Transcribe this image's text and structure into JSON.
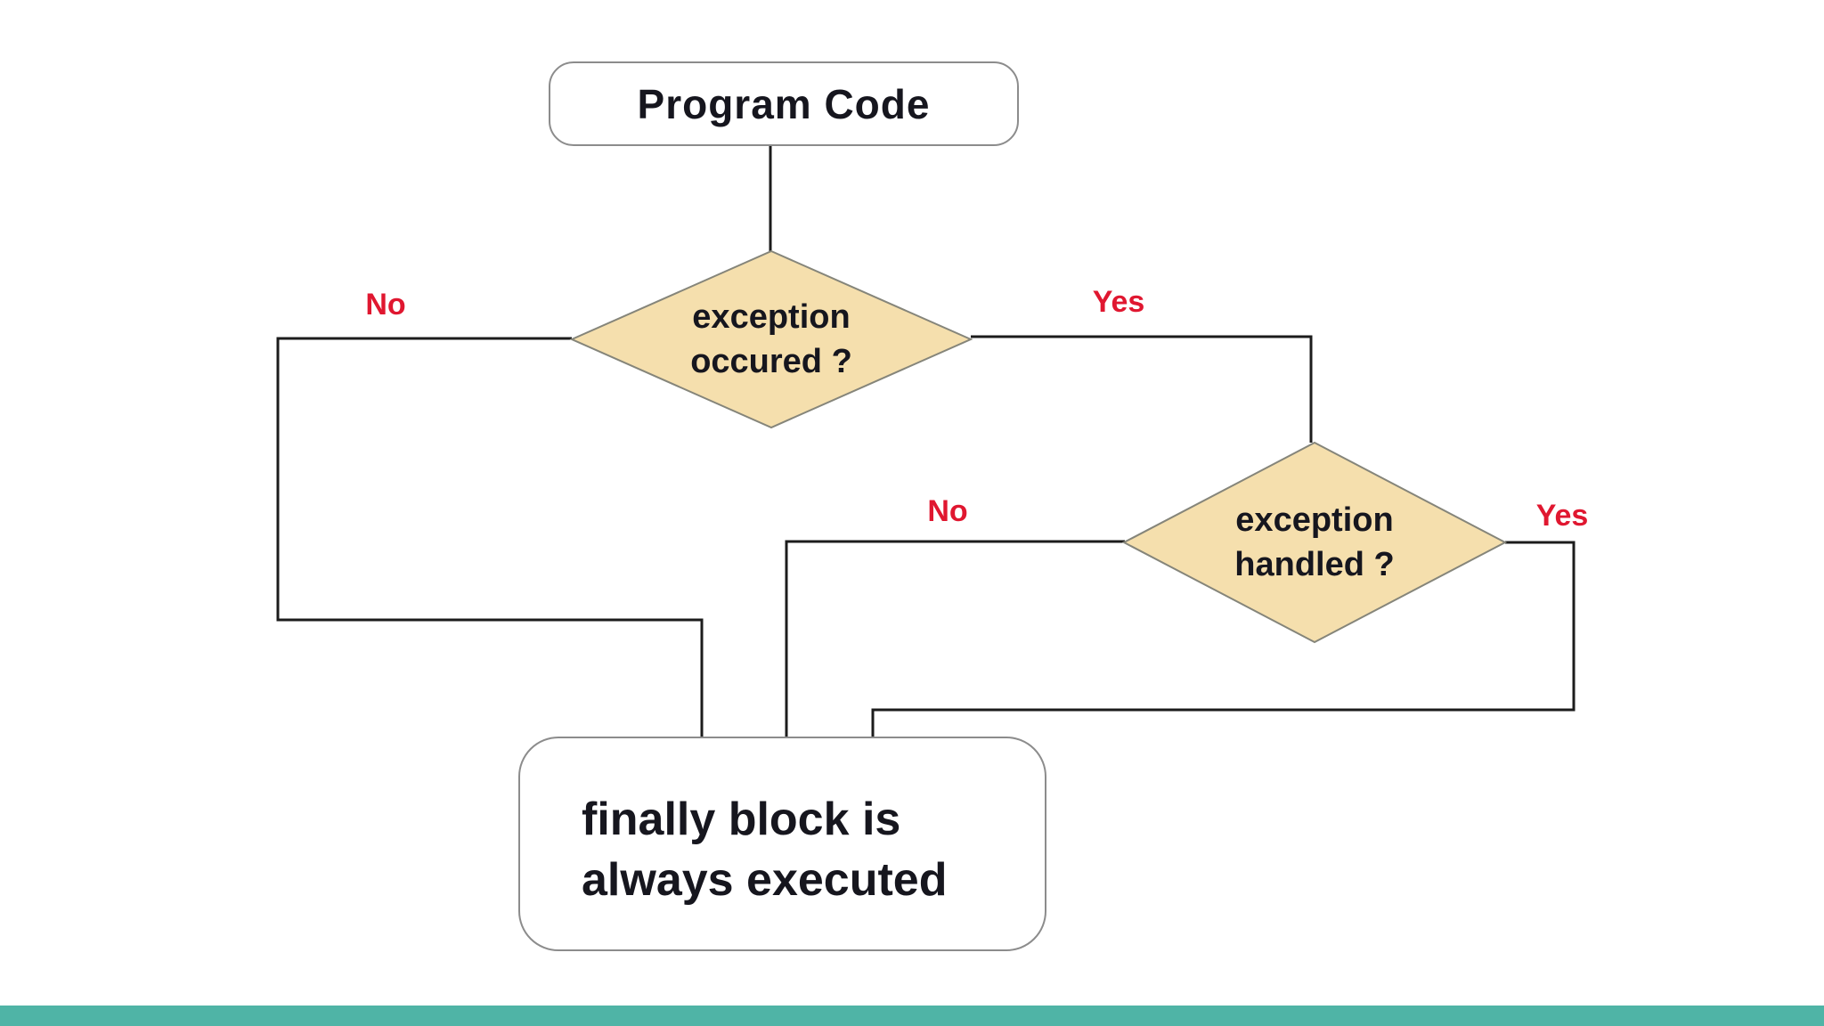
{
  "diagram": {
    "nodes": {
      "program_code": {
        "label": "Program Code"
      },
      "decision_exception_occurred": {
        "line1": "exception",
        "line2": "occured ?"
      },
      "decision_exception_handled": {
        "line1": "exception",
        "line2": "handled ?"
      },
      "finally_block": {
        "line1": "finally block is",
        "line2": "always executed"
      }
    },
    "edge_labels": {
      "no1": "No",
      "yes1": "Yes",
      "no2": "No",
      "yes2": "Yes"
    },
    "colors": {
      "background": "#ffffff",
      "diamond_fill": "#f5dfad",
      "diamond_border": "#85857a",
      "box_border": "#8c8c8c",
      "connector_line": "#1c1c1c",
      "edge_label_red": "#e01730",
      "node_text": "#16161e",
      "accent_bar_teal": "#4fb4a6"
    }
  }
}
